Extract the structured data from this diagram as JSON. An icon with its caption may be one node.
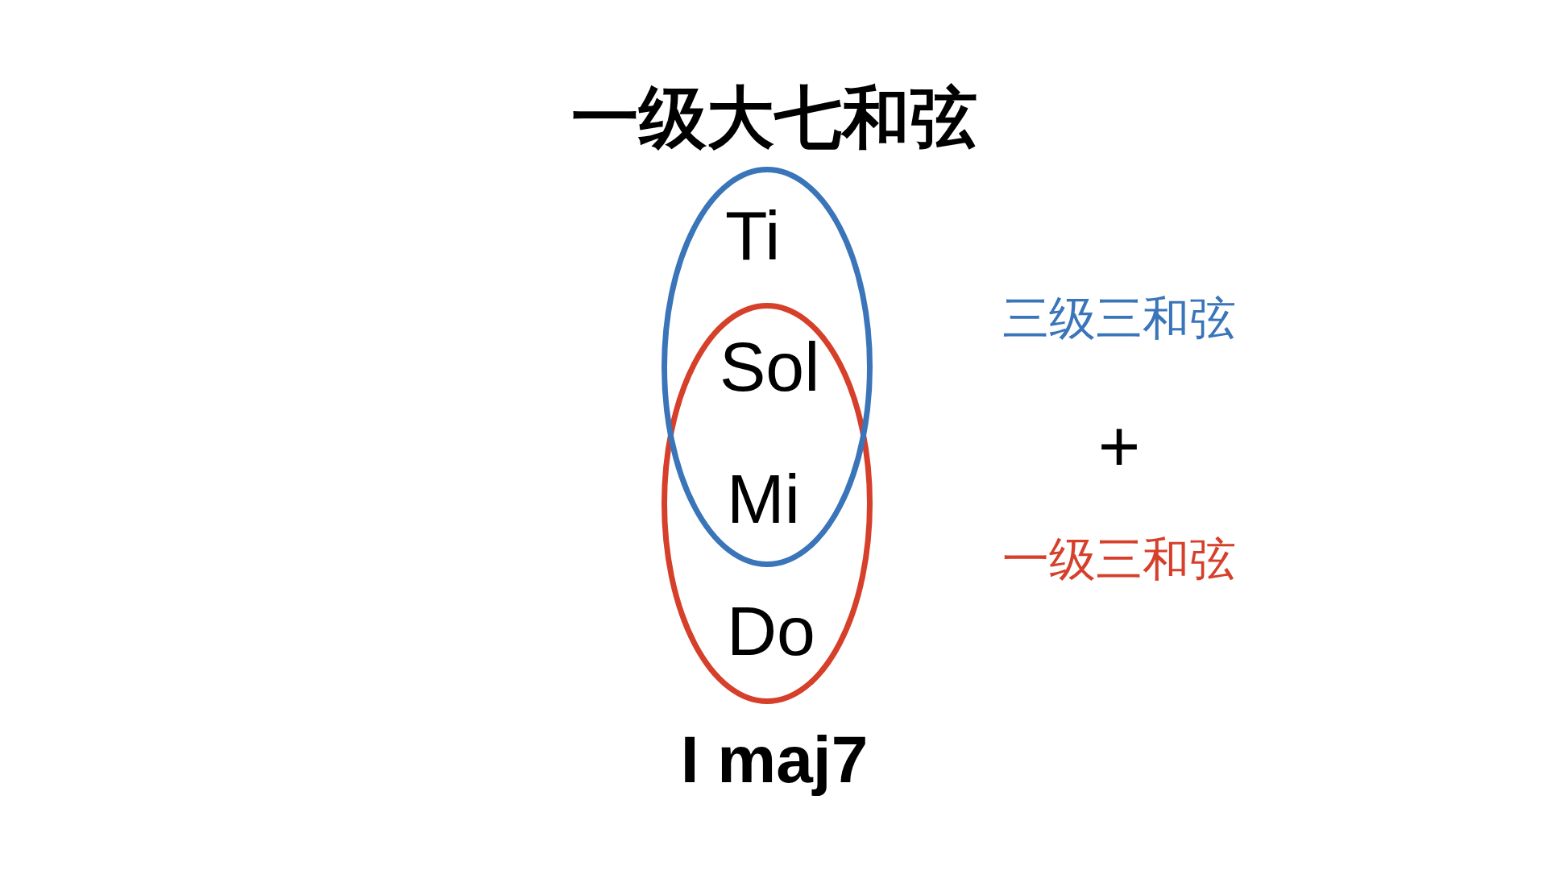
{
  "diagram": {
    "title": "一级大七和弦",
    "nodes": [
      {
        "text": [],
        "shape": "ellipse",
        "beside": [
          "三级三和弦"
        ]
      },
      {
        "text": [],
        "shape": "ellipse",
        "beside": [
          "一级三和弦"
        ]
      }
    ],
    "labels": [
      "Ti",
      "Sol",
      "+",
      "Mi",
      "Do"
    ],
    "caption": "I maj7"
  }
}
